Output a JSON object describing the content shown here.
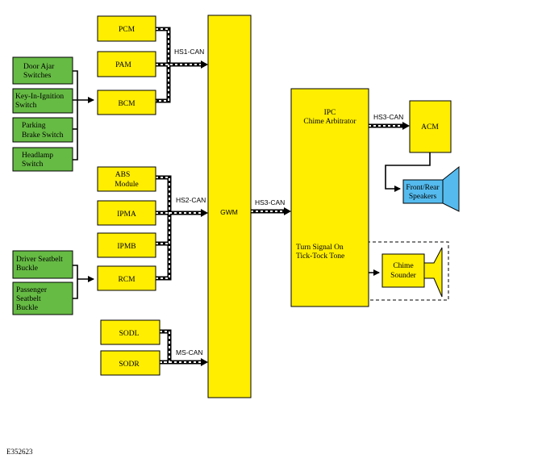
{
  "modules": {
    "pcm": "PCM",
    "pam": "PAM",
    "bcm": "BCM",
    "abs": [
      "ABS",
      "Module"
    ],
    "ipma": "IPMA",
    "ipmb": "IPMB",
    "rcm": "RCM",
    "sodl": "SODL",
    "sodr": "SODR",
    "gwm": "GWM",
    "ipc": [
      "IPC",
      "Chime Arbitrator"
    ],
    "acm": "ACM",
    "chime_sounder": [
      "Chime",
      "Sounder"
    ],
    "speakers": [
      "Front/Rear",
      "Speakers"
    ],
    "turn_signal": [
      "Turn Signal On",
      "Tick-Tock Tone"
    ]
  },
  "inputs": {
    "door_ajar": [
      "Door Ajar",
      "Switches"
    ],
    "key_in_ignition": [
      "Key-In-Ignition",
      "Switch"
    ],
    "parking_brake": [
      "Parking",
      "Brake Switch"
    ],
    "headlamp": [
      "Headlamp",
      "Switch"
    ],
    "driver_seatbelt": [
      "Driver Seatbelt",
      "Buckle"
    ],
    "passenger_seatbelt": [
      "Passenger",
      "Seatbelt",
      "Buckle"
    ]
  },
  "buses": {
    "hs1": "HS1-CAN",
    "hs2": "HS2-CAN",
    "hs3_gwm_ipc": "HS3-CAN",
    "hs3_ipc_acm": "HS3-CAN",
    "ms": "MS-CAN"
  },
  "figure_id": "E352623",
  "colors": {
    "module_fill": "#ffee00",
    "input_fill": "#66bb44",
    "speaker_fill": "#55bbee"
  }
}
